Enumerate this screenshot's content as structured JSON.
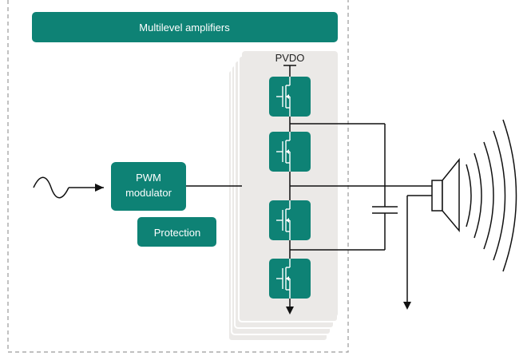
{
  "title": "Multilevel amplifiers",
  "pwm_block": {
    "line1": "PWM",
    "line2": "modulator"
  },
  "protection": "Protection",
  "supply_label": "PVDO",
  "colors": {
    "teal": "#0e8275",
    "panel": "#ebe9e7",
    "border": "#9a9a9a",
    "wire": "#111111"
  },
  "icons": [
    "sine-wave-source-icon",
    "transistor-icon",
    "capacitor-icon",
    "speaker-icon",
    "sound-wave-icon",
    "ground-arrow-icon"
  ]
}
